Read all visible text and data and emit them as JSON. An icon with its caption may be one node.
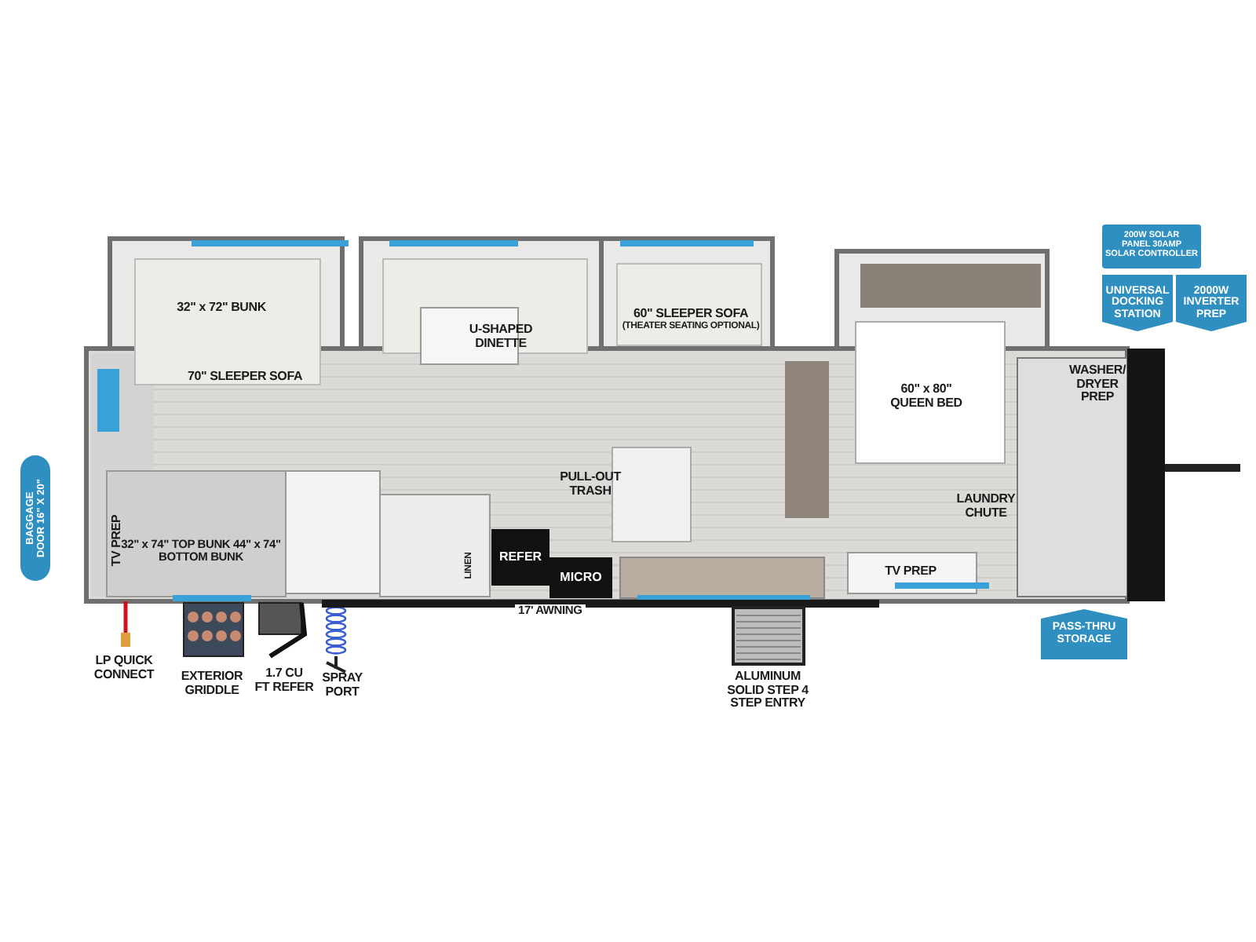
{
  "diagram": {
    "nodes": [
      {
        "text": [
          "BAGGAGE DOOR 16\" X 20\""
        ]
      },
      {
        "text": [
          "200W SOLAR PANEL 30AMP SOLAR CONTROLLER"
        ]
      },
      {
        "text": [
          "UNIVERSAL DOCKING STATION"
        ]
      },
      {
        "text": [
          "2000W INVERTER PREP"
        ]
      },
      {
        "text": [
          "PASS-THRU STORAGE"
        ]
      },
      {
        "text": [
          "REFER"
        ]
      },
      {
        "text": [
          "MICRO"
        ]
      }
    ],
    "labels": [
      "32\" x 72\" BUNK",
      "70\" SLEEPER SOFA",
      "U-SHAPED DINETTE",
      "60\" SLEEPER SOFA",
      "(THEATER SEATING OPTIONAL)",
      "60\" x 80\" QUEEN BED",
      "WASHER/ DRYER PREP",
      "PULL-OUT TRASH",
      "LAUNDRY CHUTE",
      "TV PREP",
      "32\" x 74\" TOP BUNK 44\" x 74\" BOTTOM BUNK",
      "LINEN",
      "TV PREP",
      "17' AWNING",
      "LP QUICK CONNECT",
      "EXTERIOR GRIDDLE",
      "1.7 CU FT REFER",
      "SPRAY PORT",
      "ALUMINUM SOLID STEP 4 STEP ENTRY"
    ]
  }
}
